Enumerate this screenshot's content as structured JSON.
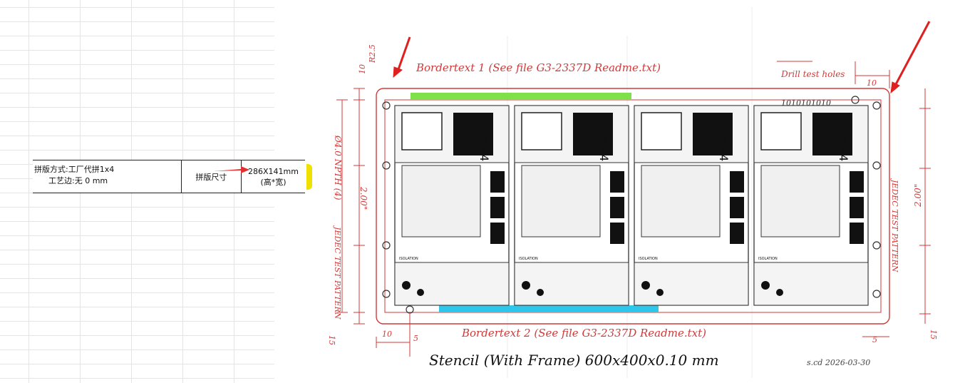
{
  "table": {
    "panel_method_label": "拼版方式:工厂代拼1x4",
    "process_edge_label": "工艺边:无 0 mm",
    "panel_size_label": "拼版尺寸",
    "panel_size_value": "286X141mm",
    "panel_size_note": "(高*宽)"
  },
  "drawing": {
    "border_text_1": "Bordertext 1 (See file G3-2337D Readme.txt)",
    "border_text_2": "Bordertext 2 (See file G3-2337D Readme.txt)",
    "drill_test_holes": "Drill test holes",
    "drill_pattern": "1010101010",
    "stencil_note": "Stencil (With Frame) 600x400x0.10 mm",
    "signature": "s.cd 2026-03-30",
    "corner_radius": "R2.5",
    "hole_note": "Ø4.0 NPTH (4)",
    "pitch_left": "2.00\"",
    "pitch_right": "2.00\"",
    "jedec_left": "JEDEC TEST PATTERN",
    "jedec_right": "JEDEC TEST PATTERN",
    "dim_10": "10",
    "dim_5": "5",
    "dim_15": "15",
    "board_label": "DYNA4",
    "board_marking": "ISOLATION"
  },
  "colors": {
    "red_ink": "#d03a3a",
    "green_highlight": "#7ee04a",
    "blue_highlight": "#2fc6ec",
    "yellow_marker": "#f0e000"
  }
}
